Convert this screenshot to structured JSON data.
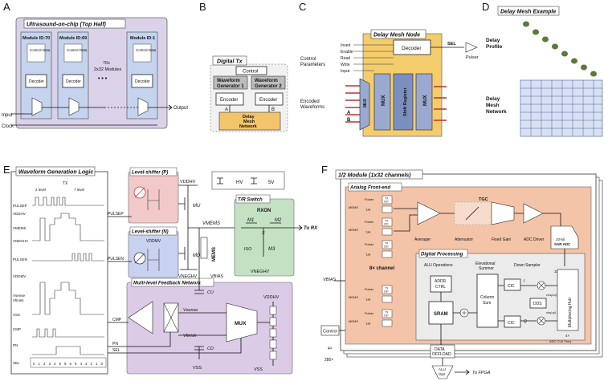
{
  "panels": {
    "A": {
      "letter": "A",
      "title": "Ultrasound-on-chip (Top Half)",
      "modules": [
        "Module ID:70",
        "Module ID:69",
        "Module ID:1"
      ],
      "control_data": "Control Data",
      "decoder": "Decoder",
      "note_line1": "70x",
      "note_line2": "2x32 Modules",
      "dots": "• • •",
      "input": "Input",
      "output": "Output",
      "clock": "Clock"
    },
    "B": {
      "letter": "B",
      "title": "Digital Tx",
      "control": "Control",
      "wg1_line1": "Waveform",
      "wg1_line2": "Generator 1",
      "wg2_line1": "Waveform",
      "wg2_line2": "Generator 2",
      "encoder": "Encoder",
      "port_a": "A",
      "port_b": "B",
      "delay_line1": "Delay",
      "delay_line2": "Mesh",
      "delay_line3": "Network"
    },
    "C": {
      "letter": "C",
      "title": "Delay Mesh Node",
      "control_params_line1": "Control",
      "control_params_line2": "Parameters",
      "inputs": [
        "Invert",
        "Enable",
        "Read",
        "Write",
        "Input"
      ],
      "decoder": "Decoder",
      "sel": "SEL",
      "pulser": "Pulser",
      "encoded_line1": "Encoded",
      "encoded_line2": "Waveforms",
      "ab_labels": [
        "A",
        "B"
      ],
      "mux": "MUX",
      "shift_register": "Shift Register"
    },
    "D": {
      "letter": "D",
      "title": "Delay Mesh Example",
      "delay_profile_line1": "Delay",
      "delay_profile_line2": "Profile",
      "mesh_line1": "Delay",
      "mesh_line2": "Mesh",
      "mesh_line3": "Network"
    },
    "E": {
      "letter": "E",
      "wgl_title": "Waveform Generation Logic",
      "tx": "TX",
      "level_2": "2 level",
      "level_7": "7 level",
      "trace_labels": [
        "PULSEP",
        "VDDHV",
        "VMEMS",
        "VNEGHV",
        "PULSEN",
        "VDDMV",
        "Vsense",
        "VSS",
        "CMP",
        "PN",
        "SEL"
      ],
      "vfinish": "Vfinish",
      "sel_numbers": [
        "0",
        "1",
        "2",
        "3",
        "4",
        "5",
        "6",
        "6",
        "5",
        "4",
        "3",
        "2",
        "1",
        "0"
      ],
      "ls_p_title": "Level-shifter (P)",
      "ls_n_title": "Level-shifter (N)",
      "vddhv": "VDDHV",
      "vddmv": "VDDMV",
      "mu": "MU",
      "md": "MD",
      "vneghv": "VNEGHV",
      "pulsep": "PULSEP",
      "pulsen": "PULSEN",
      "hv": "HV",
      "v5": "5V",
      "tr_title": "T/R Switch",
      "rxon": "RXON",
      "m1": "M1",
      "m2": "M2",
      "m3": "M3",
      "s": "S",
      "iso": "ISO",
      "to_rx": "To RX",
      "vmems": "VMEMS",
      "mems": "MEMS",
      "vbias": "VBIAS",
      "fb_title": "Multi-level Feedback Network",
      "cmp": "CMP",
      "pn": "PN",
      "sel": "SEL",
      "vsense": "Vsense",
      "vfinish2": "Vfinish",
      "cu": "CU",
      "cd": "CD",
      "mux": "MUX",
      "vss": "VSS",
      "vss2": "VSS",
      "vddhv2": "VDDHV"
    },
    "F": {
      "letter": "F",
      "title": "1/2 Module (1x32 channels)",
      "afe_title": "Analog Front-end",
      "pulser": "Pulser",
      "tx_ctrl_line1": "TX",
      "tx_ctrl_line2": "Ctrl",
      "tr": "T/R",
      "mems": "MEMS",
      "channels": "8× channel",
      "tgc": "TGC",
      "averager": "Averager",
      "attenuator": "Attenuator",
      "fixed_gain": "Fixed Gain",
      "adc_driver": "ADC Driver",
      "adc_line1": "10-bit",
      "adc_line2": "SAR ADC",
      "vbias": "VBIAS",
      "dp_title": "Digital Processing",
      "alu_ops": "ALU Operations",
      "elev_line1": "Elevational",
      "elev_line2": "Summer",
      "down_sampler": "Down Sampler",
      "addr_line1": "ADDR",
      "addr_line2": "CTRL",
      "sram": "SRAM",
      "column_line1": "Column",
      "column_line2": "Sum",
      "cic": "CIC",
      "dds": "DDS",
      "i": "I",
      "q": "Q",
      "cos": "cos(ωt)",
      "sin": "sin(ωt)",
      "tenb": "10b",
      "hub": "Multiplexing Hub",
      "four_x": "4×",
      "adc_clk": "ADC CLK Freq",
      "control": "Control",
      "four_x_left": "4×",
      "two80": "280×",
      "data_line1": "DATA",
      "data_line2": "OFFLOAD",
      "alu_line1": "ALU",
      "alu_line2": "Ops",
      "to_fpga": "To FPGA"
    }
  }
}
